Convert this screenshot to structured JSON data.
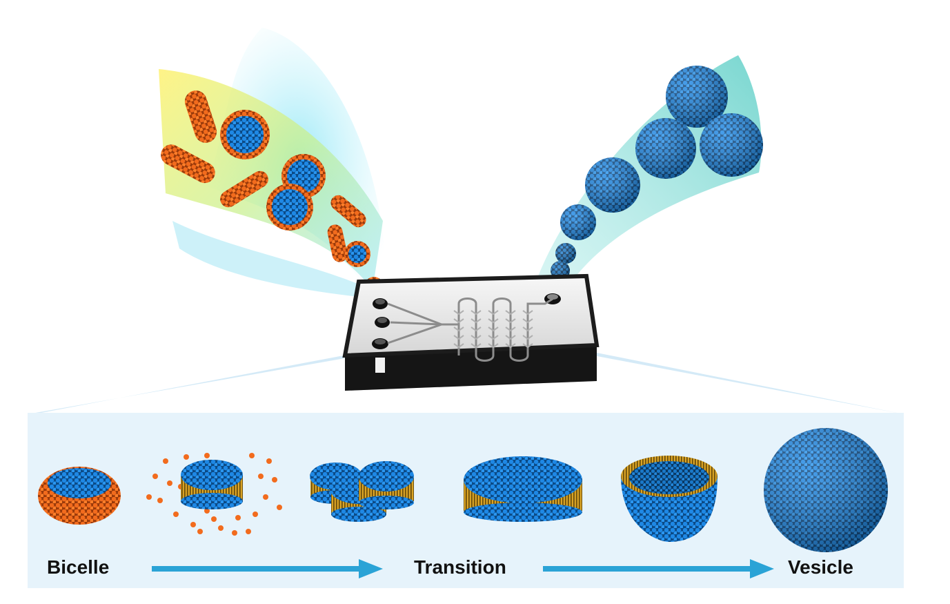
{
  "labels": {
    "stage_start": "Bicelle",
    "stage_middle": "Transition",
    "stage_end": "Vesicle"
  },
  "colors": {
    "lipid_blue": "#1e88e5",
    "lipid_orange": "#f26b1d",
    "tail_yellow": "#e6a817",
    "panel_bg": "#e6f3fb",
    "arrow": "#2aa3d6",
    "chip_body": "#1c1c1c"
  },
  "icons": [
    "right-arrow-icon",
    "right-arrow-icon"
  ]
}
